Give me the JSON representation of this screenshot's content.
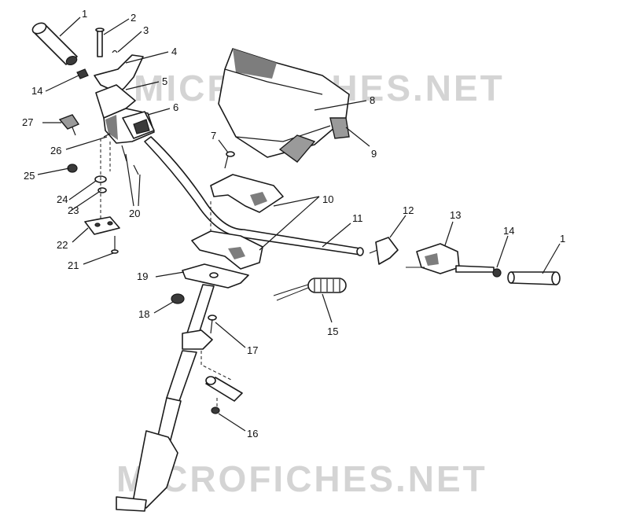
{
  "watermark": "MICROFICHES.NET",
  "callouts": {
    "c1a": "1",
    "c2": "2",
    "c3": "3",
    "c4": "4",
    "c5": "5",
    "c6": "6",
    "c7": "7",
    "c8": "8",
    "c9": "9",
    "c10": "10",
    "c11": "11",
    "c12": "12",
    "c13": "13",
    "c14a": "14",
    "c14b": "14",
    "c15": "15",
    "c16": "16",
    "c17": "17",
    "c18": "18",
    "c19": "19",
    "c20": "20",
    "c21": "21",
    "c22": "22",
    "c23": "23",
    "c24": "24",
    "c25": "25",
    "c26": "26",
    "c27": "27",
    "c1b": "1"
  }
}
